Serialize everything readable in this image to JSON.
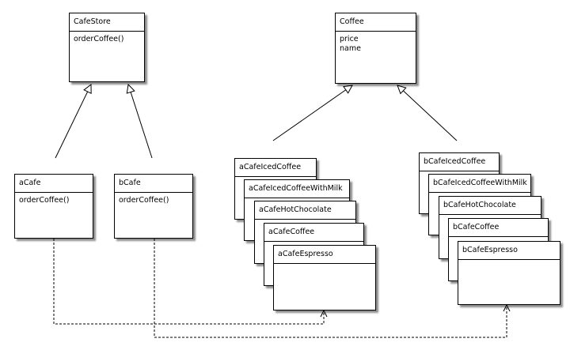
{
  "cafe_store": {
    "name": "CafeStore",
    "methods": [
      "orderCoffee()"
    ]
  },
  "coffee": {
    "name": "Coffee",
    "fields": [
      "price",
      "name"
    ]
  },
  "a_cafe": {
    "name": "aCafe",
    "methods": [
      "orderCoffee()"
    ]
  },
  "b_cafe": {
    "name": "bCafe",
    "methods": [
      "orderCoffee()"
    ]
  },
  "a_products": [
    "aCafeIcedCoffee",
    "aCafeIcedCoffeeWithMilk",
    "aCafeHotChocolate",
    "aCafeCoffee",
    "aCafeEspresso"
  ],
  "b_products": [
    "bCafeIcedCoffee",
    "bCafeIcedCoffeeWithMilk",
    "bCafeHotChocolate",
    "bCafeCoffee",
    "bCafeEspresso"
  ]
}
